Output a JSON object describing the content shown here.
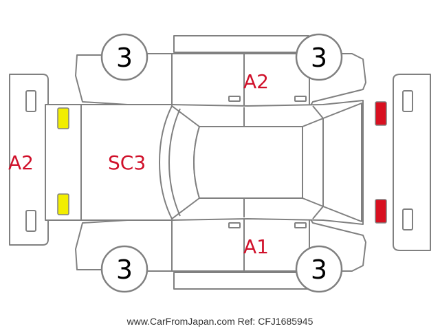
{
  "colors": {
    "outline": "#808080",
    "damage_text": "#d0102a",
    "front_lamp": "#f2ee00",
    "rear_lamp": "#d81020"
  },
  "tires": {
    "front_left": "3",
    "rear_left": "3",
    "front_right": "3",
    "rear_right": "3"
  },
  "damage": {
    "front_bumper": "A2",
    "hood": "SC3",
    "right_doors": "A2",
    "left_doors": "A1"
  },
  "watermark": "www.CarFromJapan.com Ref: CFJ1685945"
}
